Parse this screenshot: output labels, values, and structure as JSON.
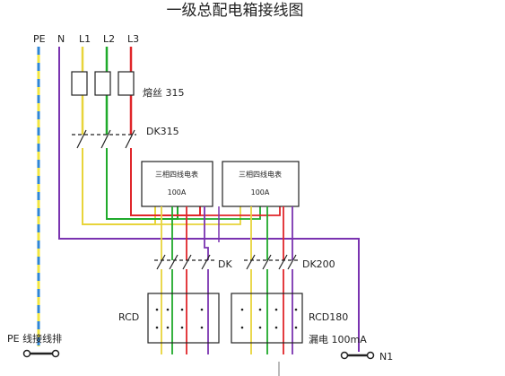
{
  "title": "一级总配电箱接线图",
  "wires": {
    "pe": "PE",
    "n": "N",
    "l1": "L1",
    "l2": "L2",
    "l3": "L3"
  },
  "fuse_label": "熔丝 315",
  "main_switch_label": "DK315",
  "meter_left": {
    "name": "三相四线电表",
    "current": "100A"
  },
  "meter_right": {
    "name": "三相四线电表",
    "current": "100A"
  },
  "dk_left_label": "DK",
  "dk_right_label": "DK200",
  "rcd_left_label": "RCD",
  "rcd_right_label": "RCD180",
  "leakage_label": "漏电 100mA",
  "pe_bar_label": "PE 线接线排",
  "n1_label": "N1",
  "colors": {
    "l1": "#e8d43a",
    "l2": "#1faa2b",
    "l3": "#e0262a",
    "n": "#7a33b0",
    "pe_yellow": "#f2e640",
    "pe_blue": "#2f86d6",
    "line": "#222222"
  }
}
